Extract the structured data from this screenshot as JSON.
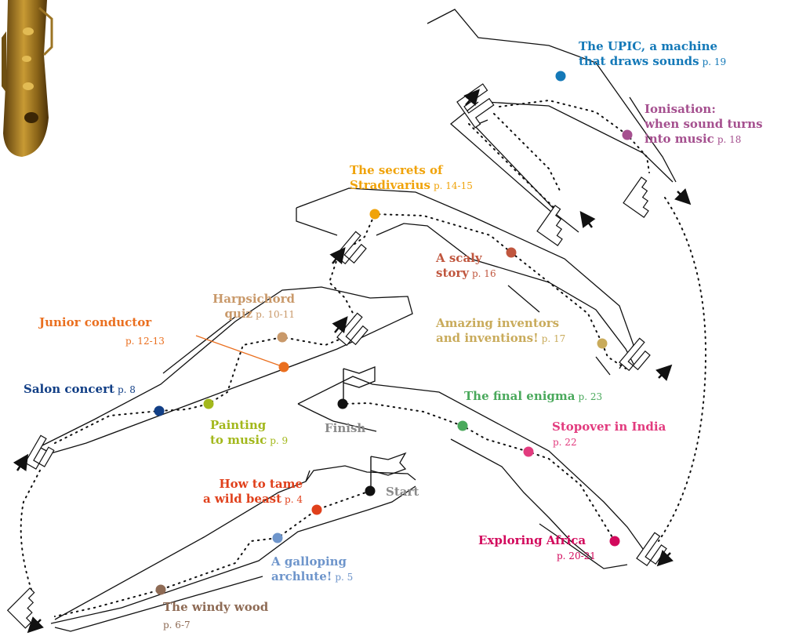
{
  "colors": {
    "upic": "#1479b8",
    "ionisation": "#a5508f",
    "stradivarius": "#f0a30a",
    "scaly": "#c0563e",
    "inventors": "#c9ab5b",
    "harpsichord": "#c9996a",
    "junior": "#ea6f1f",
    "salon": "#123f86",
    "painting": "#a3b81c",
    "final": "#4aa95c",
    "india": "#e23b7e",
    "finish": "#8a8a8a",
    "africa": "#d2095c",
    "tame": "#e0401b",
    "start": "#8a8a8a",
    "galloping": "#6e95cb",
    "windy": "#8e6b55"
  },
  "stops": {
    "upic": {
      "title_line1": "The UPIC, a machine",
      "title_line2": "that draws sounds",
      "page": "p. 19"
    },
    "ionisation": {
      "title_line1": "Ionisation:",
      "title_line2": "when sound turns",
      "title_line3": "into music",
      "page": "p. 18"
    },
    "stradivarius": {
      "title_line1": "The secrets of",
      "title_line2": "Stradivarius",
      "page": "p. 14-15"
    },
    "scaly": {
      "title_line1": "A scaly",
      "title_line2": "story",
      "page": "p. 16"
    },
    "inventors": {
      "title_line1": "Amazing inventors",
      "title_line2": "and inventions!",
      "page": "p. 17"
    },
    "harpsichord": {
      "title_line1": "Harpsichord",
      "title_line2": "quiz",
      "page": "p. 10-11"
    },
    "junior": {
      "title_line1": "Junior conductor",
      "page": "p. 12-13"
    },
    "salon": {
      "title_line1": "Salon concert",
      "page": "p. 8"
    },
    "painting": {
      "title_line1": "Painting",
      "title_line2": "to music",
      "page": "p. 9"
    },
    "final": {
      "title_line1": "The final enigma",
      "page": "p. 23"
    },
    "india": {
      "title_line1": "Stopover in India",
      "page": "p. 22"
    },
    "finish": {
      "title_line1": "Finish"
    },
    "africa": {
      "title_line1": "Exploring Africa",
      "page": "p. 20-21"
    },
    "tame": {
      "title_line1": "How to tame",
      "title_line2": "a wild beast",
      "page": "p. 4"
    },
    "start": {
      "title_line1": "Start"
    },
    "galloping": {
      "title_line1": "A galloping",
      "title_line2": "archlute!",
      "page": "p. 5"
    },
    "windy": {
      "title_line1": "The windy wood",
      "page": "p. 6-7"
    }
  },
  "illustration": {
    "icon": "saxophone-icon"
  }
}
